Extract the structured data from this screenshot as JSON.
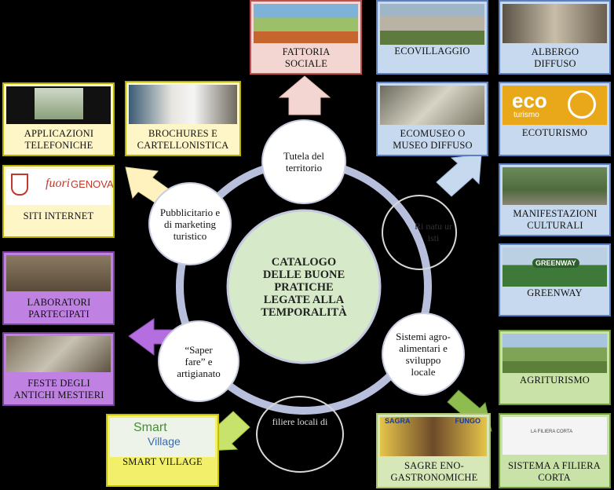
{
  "center": {
    "title": "CATALOGO DELLE BUONE PRATICHE LEGATE ALLA TEMPORALITÀ"
  },
  "nodes": {
    "tutela": "Tutela del territorio",
    "pubblicitario": "Pubblicitario e di marketing turistico",
    "saper_fare": "“Saper fare” e artigianato",
    "sistemi": "Sistemi agro-alimentari e sviluppo locale",
    "risorse_partial": "Ri natu ur isti",
    "filiere_partial": "filiere locali di"
  },
  "boxes": {
    "fattoria": "FATTORIA SOCIALE",
    "ecovillaggio": "ECOVILLAGGIO",
    "albergo": "ALBERGO DIFFUSO",
    "ecomuseo": "ECOMUSEO O MUSEO DIFFUSO",
    "ecoturismo": "ECOTURISMO",
    "manifestazioni": "MANIFESTAZIONI CULTURALI",
    "greenway": "GREENWAY",
    "agriturismo": "AGRITURISMO",
    "sistema_filiera": "SISTEMA A FILIERA CORTA",
    "sagre": "SAGRE ENO-GASTRONOMICHE",
    "smart": "SMART VILLAGE",
    "feste": "FESTE DEGLI ANTICHI MESTIERI",
    "laboratori": "LABORATORI PARTECIPATI",
    "siti": "SITI INTERNET",
    "applicazioni": "APPLICAZIONI TELEFONICHE",
    "brochures": "BROCHURES E CARTELLONISTICA"
  },
  "image_text": {
    "eco_logo": "eco",
    "eco_logo2": "turismo",
    "fuori": "fuori",
    "genova": "GENOVA",
    "greenway_sign": "GREENWAY",
    "sagra": "SAGRA",
    "fungo": "FUNGO",
    "smart_word": "Smart",
    "village_word": "Village",
    "filiera_word": "LA FILIERA CORTA"
  },
  "colors": {
    "ring": "#b8bfdd",
    "center_fill": "#d6e9c8",
    "arrow_red": "#f3d6d1",
    "arrow_blue": "#c7d9ef",
    "arrow_green": "#9bc35a",
    "arrow_purple": "#b56ee0",
    "arrow_yellow": "#fff2bf",
    "arrow_lime": "#c7e36b"
  }
}
